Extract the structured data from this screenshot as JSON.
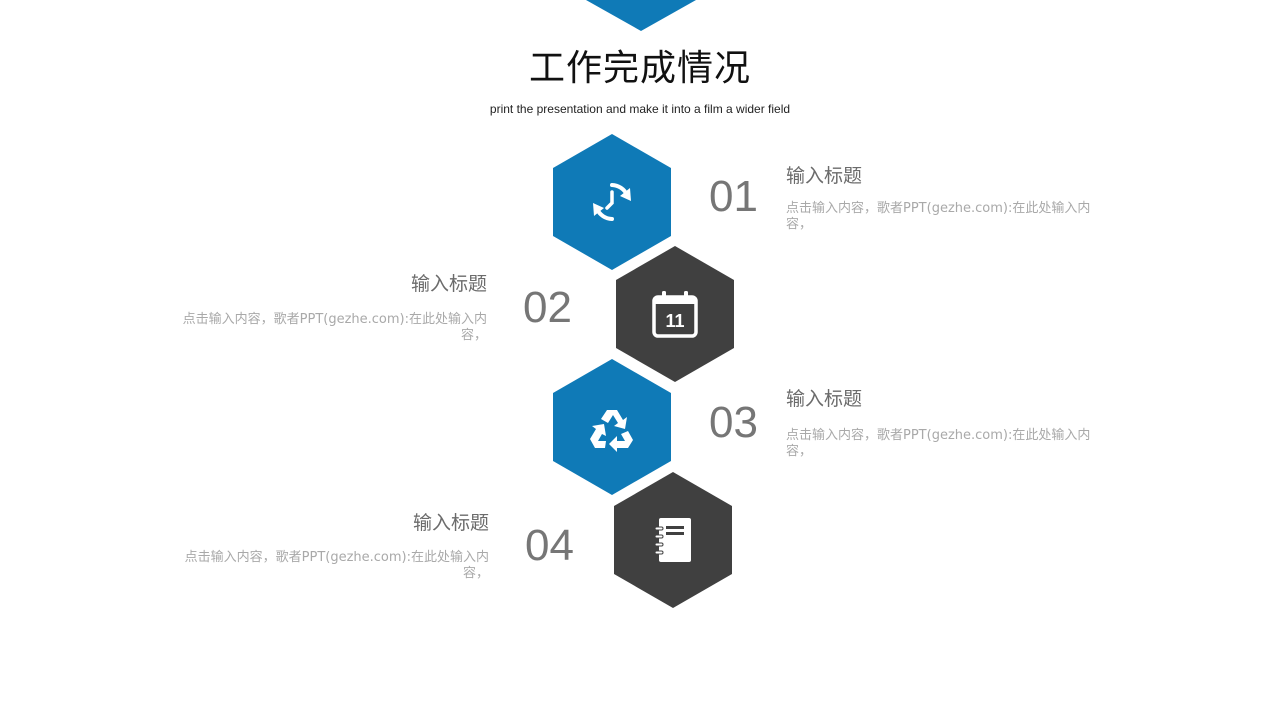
{
  "title": "工作完成情况",
  "subtitle": "print the presentation and make it into a film a wider field",
  "colors": {
    "blue": "#0f7ab7",
    "dark": "#404040",
    "number": "#767676",
    "heading": "#6b6b6b",
    "body": "#a9a9a9"
  },
  "items": [
    {
      "number": "01",
      "title": "输入标题",
      "description": "点击输入内容，歌者PPT(gezhe.com):在此处输入内容，",
      "icon": "clock-refresh-icon",
      "color": "blue"
    },
    {
      "number": "02",
      "title": "输入标题",
      "description": "点击输入内容，歌者PPT(gezhe.com):在此处输入内容，",
      "icon": "calendar-icon",
      "icon_text": "11",
      "color": "dark"
    },
    {
      "number": "03",
      "title": "输入标题",
      "description": "点击输入内容，歌者PPT(gezhe.com):在此处输入内容，",
      "icon": "recycle-icon",
      "color": "blue"
    },
    {
      "number": "04",
      "title": "输入标题",
      "description": "点击输入内容，歌者PPT(gezhe.com):在此处输入内容，",
      "icon": "notebook-icon",
      "color": "dark"
    }
  ]
}
